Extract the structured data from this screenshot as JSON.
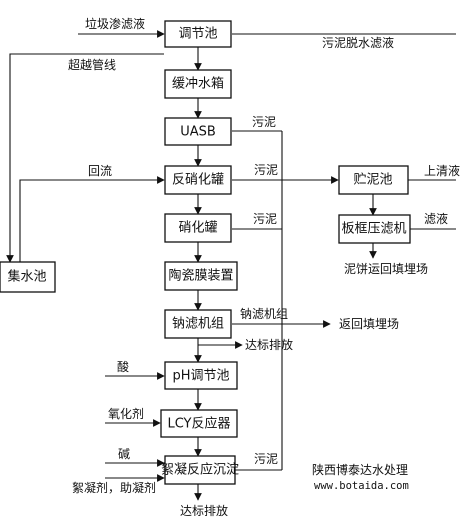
{
  "boxes": {
    "tiaojie": "调节池",
    "huanchong": "缓冲水箱",
    "uasb": "UASB",
    "fanxiaohua": "反硝化罐",
    "xiaohua": "硝化罐",
    "taoci": "陶瓷膜装置",
    "nalv": "钠滤机组",
    "ph": "pH调节池",
    "lcy": "LCY反应器",
    "xuning": "絮凝反应沉淀",
    "jishui": "集水池",
    "zhuni": "贮泥池",
    "banKuang": "板框压滤机"
  },
  "labels": {
    "laji": "垃圾渗滤液",
    "wuni_tuoshui": "污泥脱水滤液",
    "chaoyue": "超越管线",
    "wuni_uasb": "污泥",
    "wuni_fanxiaohua": "污泥",
    "wuni_xiaohua": "污泥",
    "huiliu": "回流",
    "shangqing": "上清液",
    "lvye": "滤液",
    "nibing": "泥饼运回填埋场",
    "nalv_right": "钠滤机组",
    "fanhui": "返回填埋场",
    "dabiao_mid": "达标排放",
    "suan": "酸",
    "yanghuaji": "氧化剂",
    "jian": "碱",
    "wuni_xuning": "污泥",
    "xuningji": "絮凝剂，助凝剂",
    "dabiao_bottom": "达标排放"
  },
  "watermark": {
    "line1": "陕西博泰达水处理",
    "line2": "www.botaida.com"
  }
}
